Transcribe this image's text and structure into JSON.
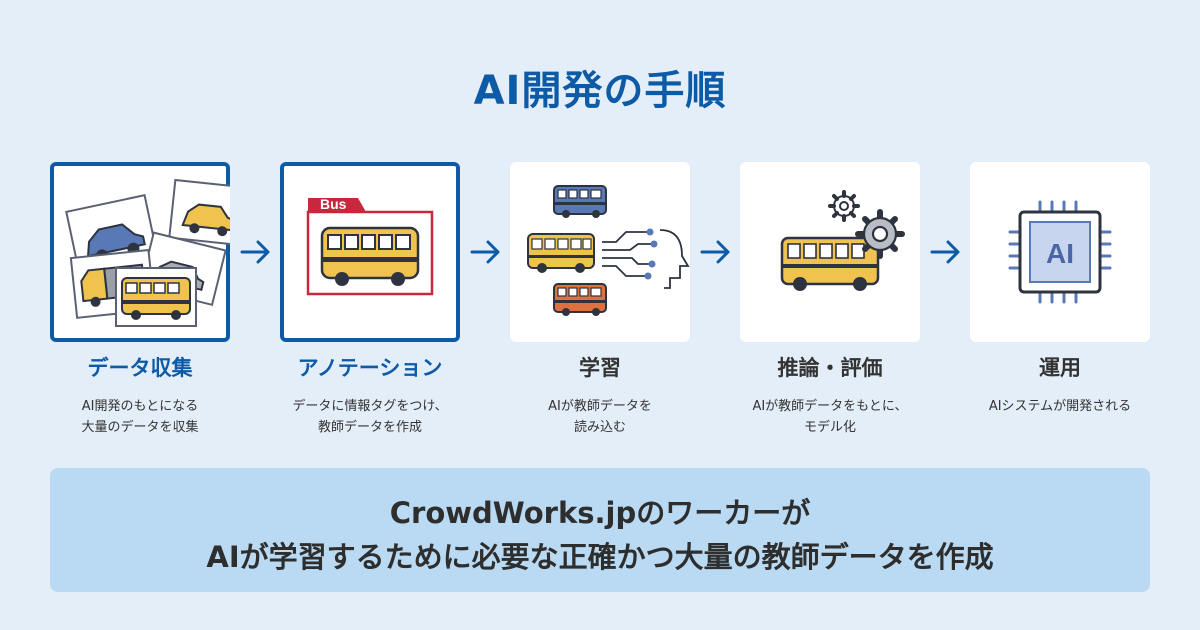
{
  "title": "AI開発の手順",
  "steps": [
    {
      "title": "データ収集",
      "desc": [
        "AI開発のもとになる",
        "大量のデータを収集"
      ],
      "icon": "vehicle-photos-icon"
    },
    {
      "title": "アノテーション",
      "desc": [
        "データに情報タグをつけ、",
        "教師データを作成"
      ],
      "icon": "bus-tag-icon"
    },
    {
      "title": "学習",
      "desc": [
        "AIが教師データを",
        "読み込む"
      ],
      "icon": "ai-learning-icon"
    },
    {
      "title": "推論・評価",
      "desc": [
        "AIが教師データをもとに、",
        "モデル化"
      ],
      "icon": "bus-gears-icon"
    },
    {
      "title": "運用",
      "desc": [
        "AIシステムが開発される"
      ],
      "icon": "ai-chip-icon"
    }
  ],
  "bus_tag_label": "Bus",
  "chip_label": "AI",
  "bottom": {
    "line1": "CrowdWorks.jpのワーカーが",
    "line2": "AIが学習するために必要な正確かつ大量の教師データを作成"
  },
  "colors": {
    "accent": "#0d5aa7",
    "background": "#e4eef8",
    "bottom_box": "#b9daf2",
    "bus_yellow": "#f0c34e",
    "tag_red": "#c8283c"
  }
}
